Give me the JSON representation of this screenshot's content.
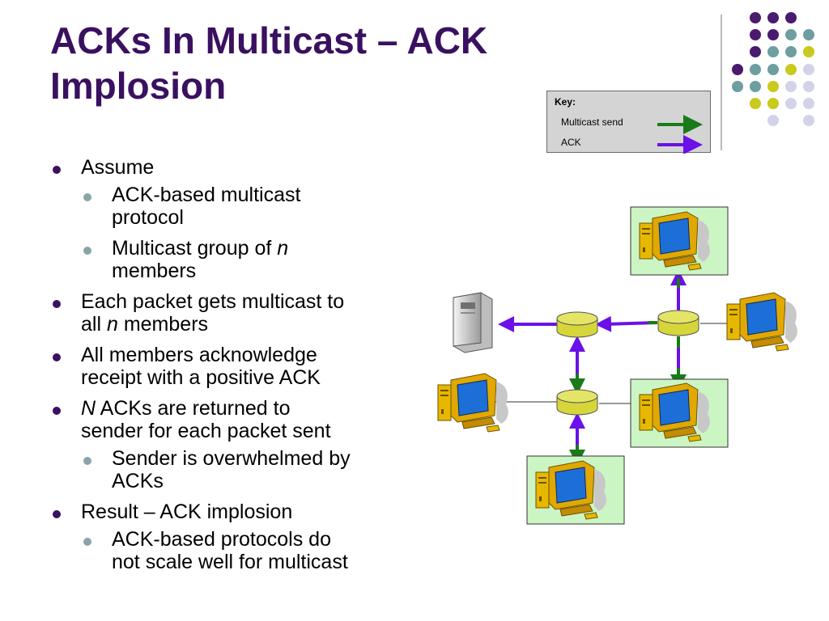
{
  "slide": {
    "title_line1": "ACKs In Multicast – ACK",
    "title_line2": "Implosion"
  },
  "key": {
    "title": "Key:",
    "multicast_send": "Multicast send",
    "ack": "ACK",
    "multicast_send_color": "#1a7a1a",
    "ack_color": "#6a10e8"
  },
  "bullets": {
    "assume": "Assume",
    "assume_sub1_a": "ACK-based multicast",
    "assume_sub1_b": "protocol",
    "assume_sub2_a": "Multicast group of",
    "assume_sub2_var": "n",
    "assume_sub2_b": "members",
    "each_a": "Each packet gets multicast to",
    "each_b_pre": "all",
    "each_b_var": "n",
    "each_b_post": "members",
    "all_a": "All members acknowledge",
    "all_b": "receipt with a positive ACK",
    "n_var": "N",
    "n_a": "ACKs are returned to",
    "n_b": "sender for each packet sent",
    "n_sub1_a": "Sender is overwhelmed by",
    "n_sub1_b": "ACKs",
    "result": "Result – ACK implosion",
    "result_sub1_a": "ACK-based protocols do",
    "result_sub1_b": "not scale well for multicast"
  },
  "diagram": {
    "nodes": [
      "sender-server",
      "router-left",
      "router-right",
      "router-bottom",
      "receiver-top",
      "receiver-right",
      "receiver-middle-right",
      "receiver-left",
      "receiver-bottom"
    ]
  },
  "colors": {
    "title": "#3a1060",
    "bullet_main": "#3a1060",
    "bullet_sub": "#8aa4a8",
    "router_fill": "#d6d63a",
    "receiver_box": "#ccf5c4",
    "dot_purple": "#4a1a6e",
    "dot_teal": "#6d9ea0",
    "dot_yellow": "#c9c91e",
    "dot_lavender": "#d2d2ea"
  }
}
